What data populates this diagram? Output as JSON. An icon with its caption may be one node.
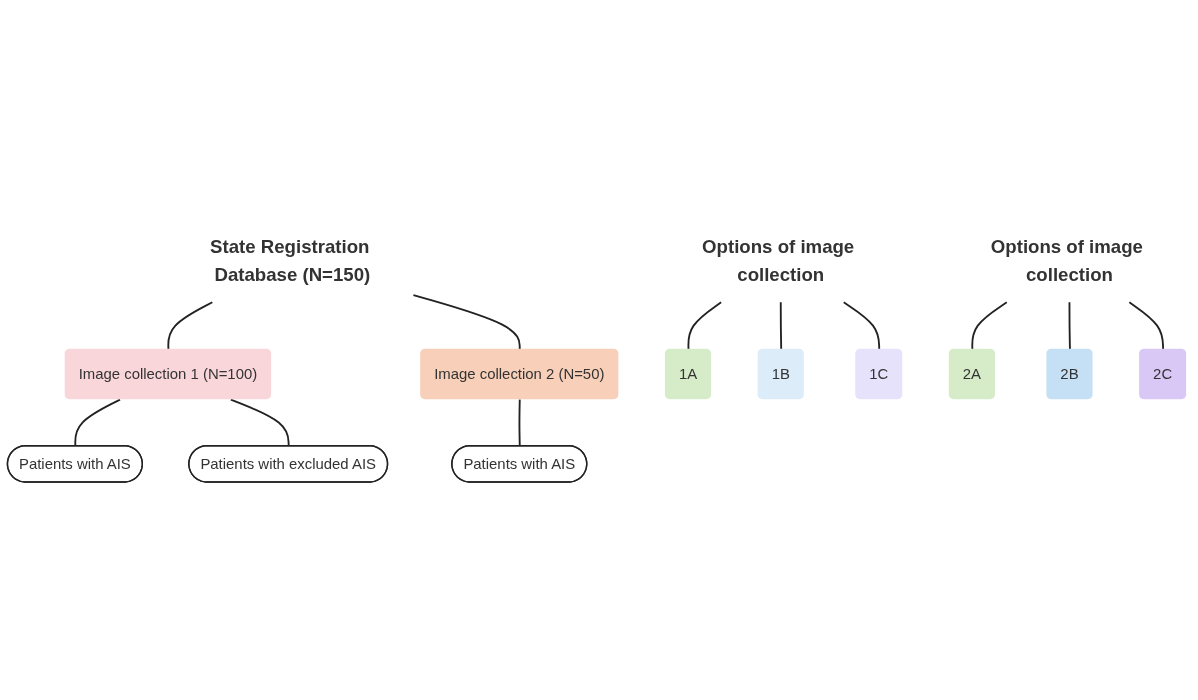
{
  "diagram": {
    "nodes": [
      {
        "text": [
          "State Registration Database (N=150)"
        ]
      },
      {
        "text": [
          "Image collection 1 (N=100)"
        ]
      },
      {
        "text": [
          "Image collection 2 (N=50)"
        ]
      },
      {
        "text": [
          "Patients with AIS"
        ]
      },
      {
        "text": [
          "Patients with excluded AIS"
        ]
      },
      {
        "text": [
          "Options of image collection"
        ]
      },
      {
        "text": [
          "1A"
        ]
      },
      {
        "text": [
          "1B"
        ]
      },
      {
        "text": [
          "1C"
        ]
      },
      {
        "text": [
          "Patients with AIS"
        ]
      },
      {
        "text": [
          "Options of image collection"
        ]
      },
      {
        "text": [
          "2A"
        ]
      },
      {
        "text": [
          "2B"
        ]
      },
      {
        "text": [
          "2C"
        ]
      }
    ],
    "edges": [
      {
        "from": 0,
        "to": 1,
        "arrow": "none"
      },
      {
        "from": 0,
        "to": 2,
        "arrow": "none"
      },
      {
        "from": 1,
        "to": 3,
        "arrow": "none"
      },
      {
        "from": 1,
        "to": 4,
        "arrow": "none"
      },
      {
        "from": 2,
        "to": 9,
        "arrow": "none"
      },
      {
        "from": 5,
        "to": 6,
        "arrow": "none"
      },
      {
        "from": 5,
        "to": 7,
        "arrow": "none"
      },
      {
        "from": 5,
        "to": 8,
        "arrow": "none"
      },
      {
        "from": 10,
        "to": 11,
        "arrow": "none"
      },
      {
        "from": 10,
        "to": 12,
        "arrow": "none"
      },
      {
        "from": 10,
        "to": 13,
        "arrow": "none"
      }
    ]
  }
}
